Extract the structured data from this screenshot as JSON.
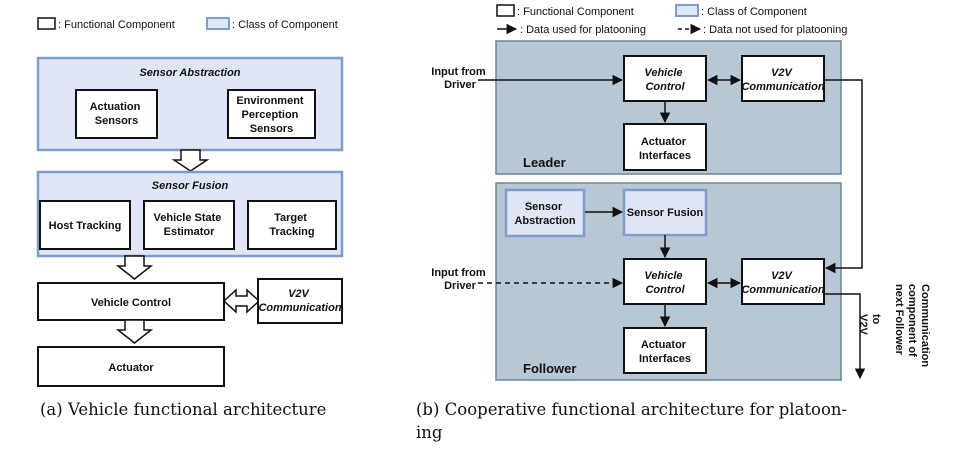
{
  "legend": {
    "functional_component": ": Functional Component",
    "class_of_component_a": ":  Class of Component",
    "class_of_component_b": ":  Class of Component",
    "data_used": ": Data used for platooning",
    "data_not_used": ": Data not used for platooning"
  },
  "left": {
    "sensor_abstraction": "Sensor Abstraction",
    "actuation_sensors": [
      "Actuation",
      "Sensors"
    ],
    "environment_perception": [
      "Environment",
      "Perception",
      "Sensors"
    ],
    "sensor_fusion": "Sensor Fusion",
    "host_tracking": "Host Tracking",
    "vehicle_state_estimator": [
      "Vehicle State",
      "Estimator"
    ],
    "target_tracking": [
      "Target",
      "Tracking"
    ],
    "vehicle_control": "Vehicle Control",
    "v2v": [
      "V2V",
      "Communication"
    ],
    "actuator": "Actuator",
    "caption": "(a) Vehicle functional architecture"
  },
  "right": {
    "input_from_driver_1": [
      "Input from",
      "Driver"
    ],
    "vehicle_control_1": [
      "Vehicle",
      "Control"
    ],
    "v2v_1": [
      "V2V",
      "Communication"
    ],
    "actuator_interfaces_1": [
      "Actuator",
      "Interfaces"
    ],
    "leader": "Leader",
    "sensor_abstraction": [
      "Sensor",
      "Abstraction"
    ],
    "sensor_fusion": "Sensor Fusion",
    "input_from_driver_2": [
      "Input from",
      "Driver"
    ],
    "vehicle_control_2": [
      "Vehicle",
      "Control"
    ],
    "v2v_2": [
      "V2V",
      "Communication"
    ],
    "actuator_interfaces_2": [
      "Actuator",
      "Interfaces"
    ],
    "follower": "Follower",
    "to_v2v": [
      "to",
      "V2V",
      "Communication",
      "component of",
      "next Follower"
    ],
    "caption_line1": "(b)  Cooperative functional architecture for platoon-",
    "caption_line2": "ing"
  },
  "colors": {
    "class_fill": "#dfe6f8",
    "class_stroke": "#7e9ccc",
    "vehicle_fill": "#b7c7d3",
    "vehicle_stroke": "#6c8696"
  }
}
